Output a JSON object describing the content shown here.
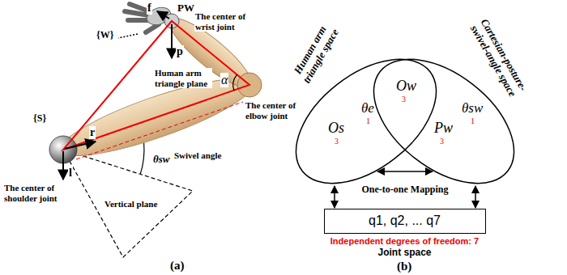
{
  "diagram": {
    "nodes": [
      {
        "text": [
          "Human arm triangle space"
        ]
      },
      {
        "text": [
          "Cartesian-posture-swivel-angle space"
        ]
      },
      {
        "text": [
          "q1, q2, ... q7",
          "Independent degrees of freedom: 7",
          "Joint space"
        ]
      }
    ],
    "edges": [
      {
        "from": 0,
        "to": 1,
        "arrow": "both"
      },
      {
        "from": 0,
        "to": 2,
        "arrow": "both"
      },
      {
        "from": 1,
        "to": 2,
        "arrow": "both"
      }
    ],
    "labels": [
      "f",
      "PW",
      "The center of wrist joint",
      "{W}",
      "p",
      "Human arm triangle plane",
      "α",
      "The center of elbow joint",
      "{S}",
      "r",
      "The center of shoulder joint",
      "l",
      "θsw",
      "Swivel angle",
      "Vertical plane",
      "(a)",
      "Os",
      "3",
      "θe",
      "1",
      "Ow",
      "3",
      "Pw",
      "3",
      "θsw",
      "1",
      "One-to-one Mapping",
      "(b)"
    ]
  }
}
